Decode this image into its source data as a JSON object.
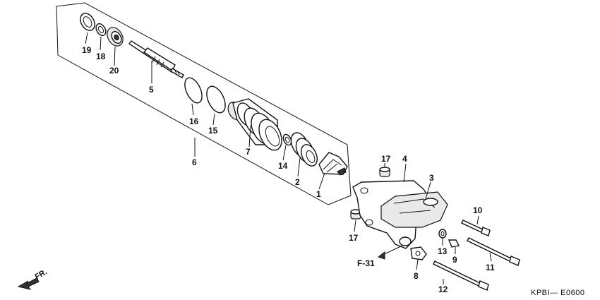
{
  "diagram": {
    "code": "KPBI— E0600",
    "ref_label": "F-31",
    "direction_label": "FR.",
    "parts": {
      "p1": "1",
      "p2": "2",
      "p3": "3",
      "p4": "4",
      "p5": "5",
      "p6": "6",
      "p7": "7",
      "p8": "8",
      "p9": "9",
      "p10": "10",
      "p11": "11",
      "p12": "12",
      "p13": "13",
      "p14": "14",
      "p15": "15",
      "p16": "16",
      "p17a": "17",
      "p17b": "17",
      "p18": "18",
      "p19": "19",
      "p20": "20"
    }
  }
}
